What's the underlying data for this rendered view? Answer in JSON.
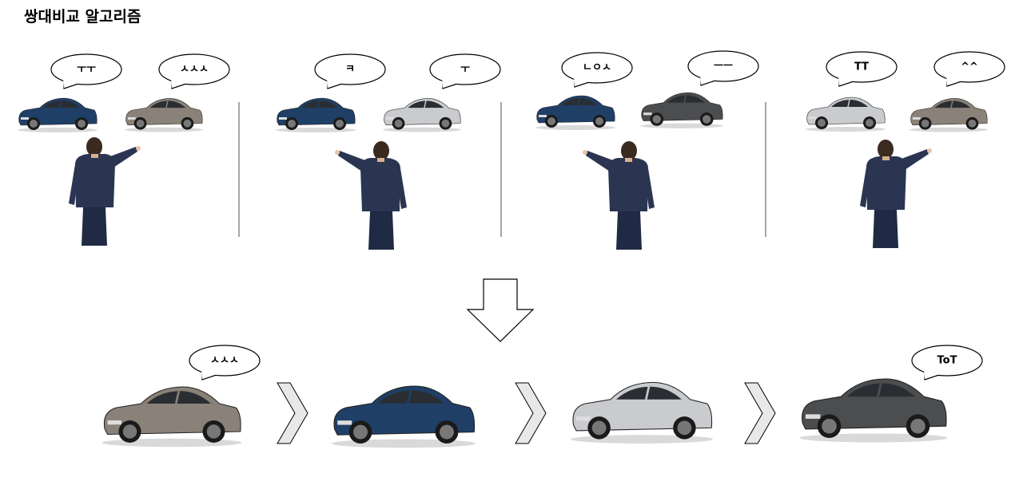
{
  "title": "쌍대비교 알고리즘",
  "colors": {
    "bmw_blue": "#1f3f66",
    "volvo_bronze": "#8a8178",
    "mercedes_silver": "#c9cbce",
    "audi_grey": "#4b4d4f",
    "suit": "#2b3552"
  },
  "comparisons": [
    {
      "bubbles": [
        "ㅜㅜ",
        "ㅅㅅㅅ"
      ],
      "cars": [
        "bmw_blue",
        "volvo_bronze"
      ],
      "points_to": "right"
    },
    {
      "bubbles": [
        "ㅋ",
        "ㅜ"
      ],
      "cars": [
        "bmw_blue",
        "mercedes_silver"
      ],
      "points_to": "left"
    },
    {
      "bubbles": [
        "ㄴㅇㅅ",
        "ㅡㅡ"
      ],
      "cars": [
        "bmw_blue",
        "audi_grey"
      ],
      "points_to": "left"
    },
    {
      "bubbles": [
        "TT",
        "^^"
      ],
      "cars": [
        "mercedes_silver",
        "volvo_bronze"
      ],
      "points_to": "right"
    }
  ],
  "ranking": {
    "cars": [
      "volvo_bronze",
      "bmw_blue",
      "mercedes_silver",
      "audi_grey"
    ],
    "bubbles": [
      "ㅅㅅㅅ",
      "ToT"
    ]
  }
}
